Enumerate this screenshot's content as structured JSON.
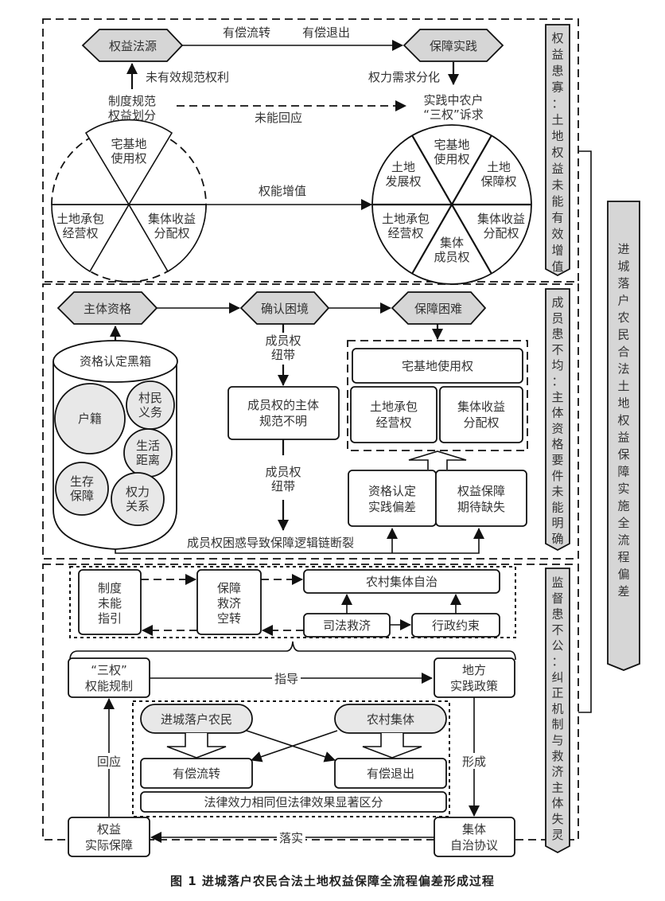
{
  "caption": "图 1   进城落户农民合法土地权益保障全流程偏差形成过程",
  "main_banner": [
    "进",
    "城",
    "落",
    "户",
    "农",
    "民",
    "合",
    "法",
    "土",
    "地",
    "权",
    "益",
    "保",
    "障",
    "实",
    "施",
    "全",
    "流",
    "程",
    "偏",
    "差"
  ],
  "section1": {
    "banner": [
      "权",
      "益",
      "患",
      "寡",
      "：",
      "土",
      "地",
      "权",
      "益",
      "未",
      "能",
      "有",
      "效",
      "增",
      "值"
    ],
    "hex_left": "权益法源",
    "hex_right": "保障实践",
    "top_label_1": "有偿流转",
    "top_label_2": "有偿退出",
    "left_arrow_label": "未有效规范权利",
    "right_arrow_label": "权力需求分化",
    "left_note": [
      "制度规范",
      "权益划分"
    ],
    "right_note": [
      "实践中农户",
      "“三权”诉求"
    ],
    "dashed_label": "未能回应",
    "middle_label": "权能增值",
    "left_circle": [
      [
        "宅基地",
        "使用权"
      ],
      [
        "土地承包",
        "经营权"
      ],
      [
        "集体收益",
        "分配权"
      ]
    ],
    "right_circle": [
      [
        "宅基地",
        "使用权"
      ],
      [
        "土地",
        "保障权"
      ],
      [
        "集体收益",
        "分配权"
      ],
      [
        "集体",
        "成员权"
      ],
      [
        "土地承包",
        "经营权"
      ],
      [
        "土地",
        "发展权"
      ]
    ]
  },
  "section2": {
    "banner": [
      "成",
      "员",
      "患",
      "不",
      "均",
      "：",
      "主",
      "体",
      "资",
      "格",
      "要",
      "件",
      "未",
      "能",
      "明",
      "确"
    ],
    "hex_1": "主体资格",
    "hex_2": "确认困境",
    "hex_3": "保障困难",
    "cylinder_title": "资格认定黑箱",
    "circles": {
      "huji": "户籍",
      "cunmin": [
        "村民",
        "义务"
      ],
      "shenghuo": [
        "生活",
        "距离"
      ],
      "shengcun": [
        "生存",
        "保障"
      ],
      "quanli": [
        "权力",
        "关系"
      ]
    },
    "tie_label_1": [
      "成员权",
      "纽带"
    ],
    "tie_label_2": [
      "成员权",
      "纽带"
    ],
    "center_box": [
      "成员权的主体",
      "规范不明"
    ],
    "rights_box_top": "宅基地使用权",
    "rights_box_left": [
      "土地承包",
      "经营权"
    ],
    "rights_box_right": [
      "集体收益",
      "分配权"
    ],
    "bottom_box_left": [
      "资格认定",
      "实践偏差"
    ],
    "bottom_box_right": [
      "权益保障",
      "期待缺失"
    ],
    "bottom_label": "成员权困惑导致保障逻辑链断裂"
  },
  "section3": {
    "banner": [
      "监",
      "督",
      "患",
      "不",
      "公",
      "：",
      "纠",
      "正",
      "机",
      "制",
      "与",
      "救",
      "济",
      "主",
      "体",
      "失",
      "灵"
    ],
    "box_zhidu": [
      "制度",
      "未能",
      "指引"
    ],
    "box_baozhang": [
      "保障",
      "救济",
      "空转"
    ],
    "box_nongcun": "农村集体自治",
    "box_sifa": "司法救济",
    "box_xingzheng": "行政约束",
    "box_sanquan": [
      "“三权”",
      "权能规制"
    ],
    "guide_label": "指导",
    "box_difang": [
      "地方",
      "实践政策"
    ],
    "pill_farmer": "进城落户农民",
    "pill_collective": "农村集体",
    "box_liuzhuan": "有偿流转",
    "box_tuichu": "有偿退出",
    "box_law": "法律效力相同但法律效果显著区分",
    "respond_label": "回应",
    "form_label": "形成",
    "box_shiji": [
      "权益",
      "实际保障"
    ],
    "implement_label": "落实",
    "box_xieyi": [
      "集体",
      "自治协议"
    ]
  }
}
